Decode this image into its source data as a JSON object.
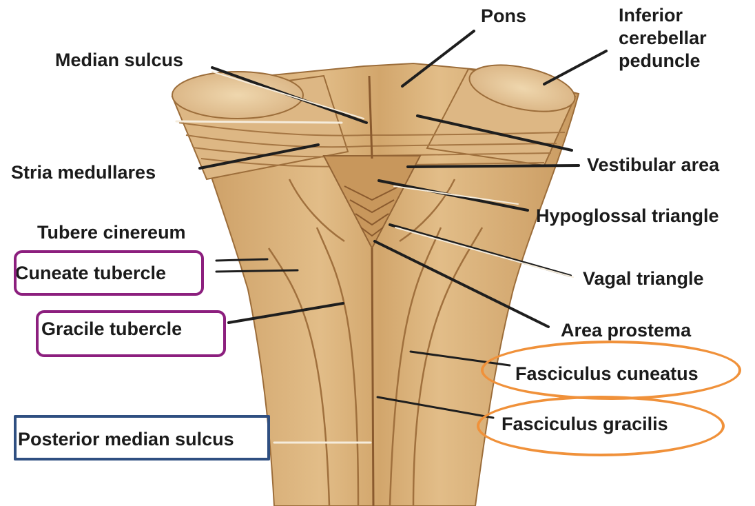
{
  "figure": {
    "labels": {
      "pons": "Pons",
      "inferior_cerebellar_peduncle": [
        "Inferior",
        "cerebellar",
        "peduncle"
      ],
      "median_sulcus": "Median sulcus",
      "stria_medullares": "Stria medullares",
      "vestibular_area": "Vestibular area",
      "hypoglossal_triangle": "Hypoglossal triangle",
      "tubere_cinereum": "Tubere cinereum",
      "cuneate_tubercle": "Cuneate tubercle",
      "vagal_triangle": "Vagal triangle",
      "gracile_tubercle": "Gracile tubercle",
      "area_prostema": "Area prostema",
      "fasciculus_cuneatus": "Fasciculus cuneatus",
      "fasciculus_gracilis": "Fasciculus gracilis",
      "posterior_median_sulcus": "Posterior median sulcus"
    },
    "colors": {
      "tissue": "#d9b07a",
      "tissue_light": "#ecd0a0",
      "tissue_dark": "#a87a45",
      "leader_line": "#1e1e1e",
      "leader_line_light": "#f5ecdc",
      "highlight_purple": "#8c1f7e",
      "highlight_blue": "#2f4f81",
      "highlight_orange": "#f0913a"
    }
  }
}
